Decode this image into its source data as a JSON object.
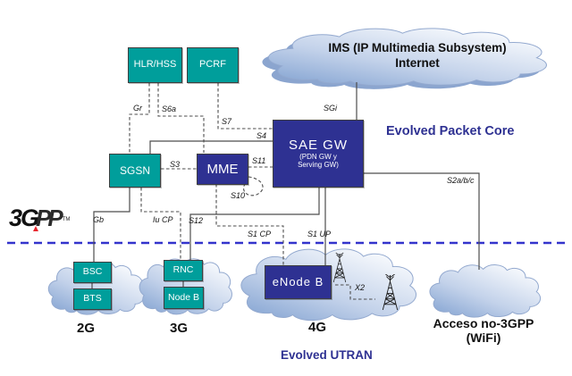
{
  "logo": {
    "part1": "3G",
    "part2": "PP",
    "tm": "TM"
  },
  "region_labels": {
    "evolved_packet_core": "Evolved Packet Core",
    "evolved_utran": "Evolved UTRAN"
  },
  "clouds": {
    "ims": {
      "line1": "IMS (IP Multimedia Subsystem)",
      "line2": "Internet"
    },
    "access_2g": {
      "label": "2G"
    },
    "access_3g": {
      "label": "3G"
    },
    "access_4g": {
      "label": "4G"
    },
    "non_3gpp": {
      "line1": "Acceso no-3GPP",
      "line2": "(WiFi)"
    }
  },
  "nodes": {
    "hlr_hss": "HLR/HSS",
    "pcrf": "PCRF",
    "sgsn": "SGSN",
    "mme": "MME",
    "sae_gw": "SAE GW",
    "sae_gw_sub1": "(PDN GW y",
    "sae_gw_sub2": "Serving GW)",
    "bsc": "BSC",
    "bts": "BTS",
    "rnc": "RNC",
    "node_b": "Node B",
    "enode_b": "eNode B"
  },
  "interfaces": {
    "gr": "Gr",
    "s6a": "S6a",
    "s7": "S7",
    "sgi": "SGi",
    "s4": "S4",
    "s3": "S3",
    "s11": "S11",
    "s10": "S10",
    "gb": "Gb",
    "iu_cp": "Iu CP",
    "s12": "S12",
    "s1_cp": "S1 CP",
    "s1_up": "S1 UP",
    "s2abc": "S2a/b/c",
    "x2": "X2"
  },
  "connections": [
    {
      "label": "Gr",
      "from": "HLR/HSS",
      "to": "SGSN",
      "style": "dashed"
    },
    {
      "label": "S6a",
      "from": "HLR/HSS",
      "to": "MME",
      "style": "dashed"
    },
    {
      "label": "S7",
      "from": "PCRF",
      "to": "SAE GW",
      "style": "dashed"
    },
    {
      "label": "SGi",
      "from": "IMS/Internet",
      "to": "SAE GW",
      "style": "solid"
    },
    {
      "label": "S4",
      "from": "SGSN",
      "to": "SAE GW",
      "style": "solid"
    },
    {
      "label": "S3",
      "from": "SGSN",
      "to": "MME",
      "style": "dashed"
    },
    {
      "label": "S11",
      "from": "MME",
      "to": "SAE GW",
      "style": "dashed"
    },
    {
      "label": "S10",
      "from": "MME",
      "to": "MME",
      "style": "dashed"
    },
    {
      "label": "Gb",
      "from": "SGSN",
      "to": "BSC",
      "style": "solid"
    },
    {
      "label": "Iu CP",
      "from": "SGSN",
      "to": "RNC",
      "style": "dashed"
    },
    {
      "label": "S12",
      "from": "SAE GW",
      "to": "RNC",
      "style": "solid"
    },
    {
      "label": "S1 CP",
      "from": "MME",
      "to": "eNode B",
      "style": "dashed"
    },
    {
      "label": "S1 UP",
      "from": "SAE GW",
      "to": "eNode B",
      "style": "solid"
    },
    {
      "label": "S2a/b/c",
      "from": "SAE GW",
      "to": "Acceso no-3GPP (WiFi)",
      "style": "solid"
    },
    {
      "label": "X2",
      "from": "eNode B",
      "to": "eNode B",
      "style": "dashed"
    }
  ],
  "colors": {
    "teal_node": "#009E9B",
    "indigo_node": "#2E3192",
    "accent_text": "#2E3192",
    "divider": "#3434CC",
    "line": "#4D4D4D"
  }
}
